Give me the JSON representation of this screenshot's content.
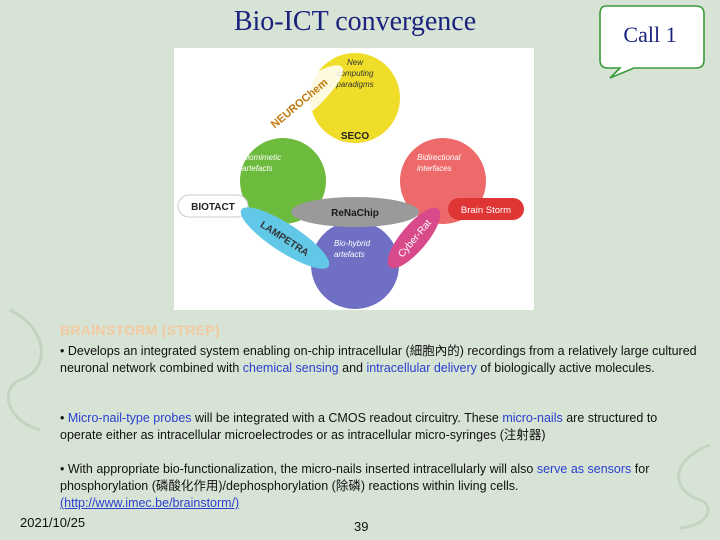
{
  "title": "Bio-ICT convergence",
  "callout": "Call 1",
  "diagram": {
    "circles": [
      {
        "line1": "New",
        "line2": "computing",
        "line3": "paradigms",
        "label": "SECO",
        "color": "#f0dd2a"
      },
      {
        "line1": "Biomimetic",
        "line2": "artefacts",
        "label": "BIOTACT",
        "color": "#6cbb3c"
      },
      {
        "line1": "Bidirectional",
        "line2": "interfaces",
        "label": "Brain Storm",
        "color": "#ee6a6a"
      },
      {
        "line1": "Bio-hybrid",
        "line2": "artefacts",
        "color": "#6f70c4"
      }
    ],
    "center_label": "ReNaChip",
    "arc_labels": {
      "neurochem": "NEUROChem",
      "lampetra": "LAMPETRA",
      "cyberrat": "Cyber-Rat"
    }
  },
  "section_heading": "BRAINSTORM (STREP)",
  "paragraphs": {
    "p1": {
      "a": "• Develops an integrated system enabling on-chip intracellular (細胞內的) recordings from a relatively large cultured neuronal network combined with ",
      "h1": "chemical sensing",
      "b": " and ",
      "h2": "intracellular delivery",
      "c": " of biologically active molecules."
    },
    "p2": {
      "a": "• ",
      "h1": "Micro-nail-type probes",
      "b": " will be integrated with a CMOS readout circuitry. These ",
      "h2": "micro-nails",
      "c": " are structured to operate either as intracellular microelectrodes or as intracellular micro-syringes (注射器)"
    },
    "p3": {
      "a": "• With appropriate bio-functionalization, the micro-nails inserted intracellularly will also ",
      "h1": "serve as sensors",
      "b": " for phosphorylation (磷酸化作用)/dephosphorylation (除磷) reactions within living cells.",
      "link": "(http://www.imec.be/brainstorm/)"
    }
  },
  "footer": {
    "date": "2021/10/25",
    "page": "39"
  },
  "colors": {
    "background": "#d7e4d5",
    "title": "#1a237e",
    "highlight": "#2a3fd0",
    "heading": "#f2c9a0"
  }
}
